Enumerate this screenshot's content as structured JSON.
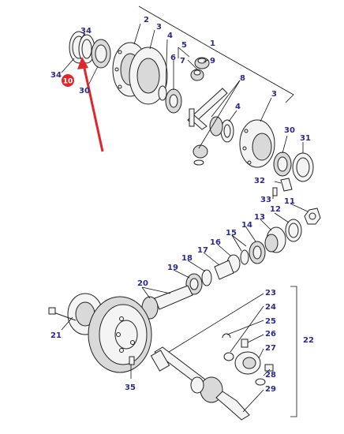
{
  "diagram": {
    "highlight_color": "#e0262b",
    "label_color": "#2b2a8c",
    "highlighted_part": "10",
    "callouts": {
      "c1": "1",
      "c2": "2",
      "c3a": "3",
      "c3b": "3",
      "c4a": "4",
      "c4b": "4",
      "c5": "5",
      "c6": "6",
      "c7": "7",
      "c8": "8",
      "c9": "9",
      "c11": "11",
      "c12": "12",
      "c13": "13",
      "c14": "14",
      "c15": "15",
      "c16": "16",
      "c17": "17",
      "c18": "18",
      "c19": "19",
      "c20": "20",
      "c21": "21",
      "c22": "22",
      "c23": "23",
      "c24": "24",
      "c25": "25",
      "c26": "26",
      "c27": "27",
      "c28": "28",
      "c29": "29",
      "c30a": "30",
      "c30b": "30",
      "c31": "31",
      "c32": "32",
      "c33": "33",
      "c34": "34",
      "c35": "35"
    }
  }
}
